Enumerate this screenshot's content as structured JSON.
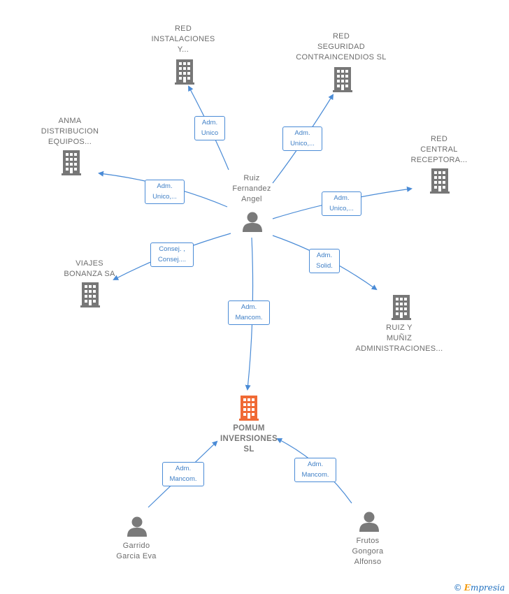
{
  "colors": {
    "edge": "#4a8bd6",
    "building": "#777777",
    "building_main": "#f06a35",
    "person": "#7a7a7a"
  },
  "nodes": {
    "red_instalaciones": "RED\nINSTALACIONES\nY...",
    "red_seguridad": "RED\nSEGURIDAD\nCONTRAINCENDIOS SL",
    "anma": "ANMA\nDISTRIBUCION\nEQUIPOS...",
    "red_central": "RED\nCENTRAL\nRECEPTORA...",
    "ruiz": "Ruiz\nFernandez\nAngel",
    "viajes": "VIAJES\nBONANZA SA",
    "ruiz_munoz": "RUIZ Y\nMUÑIZ\nADMINISTRACIONES...",
    "pomum": "POMUM\nINVERSIONES\nSL",
    "garrido": "Garrido\nGarcia Eva",
    "frutos": "Frutos\nGongora\nAlfonso"
  },
  "edges": {
    "e_red_inst": "Adm.\nUnico",
    "e_red_seg": "Adm.\nUnico,...",
    "e_anma": "Adm.\nUnico,...",
    "e_red_central": "Adm.\nUnico,...",
    "e_viajes": "Consej. ,\nConsej....",
    "e_ruiz_munoz": "Adm.\nSolid.",
    "e_pomum": "Adm.\nMancom.",
    "e_garrido": "Adm.\nMancom.",
    "e_frutos": "Adm.\nMancom."
  },
  "brand": {
    "copyright": "©",
    "e": "E",
    "rest": "mpresia"
  }
}
